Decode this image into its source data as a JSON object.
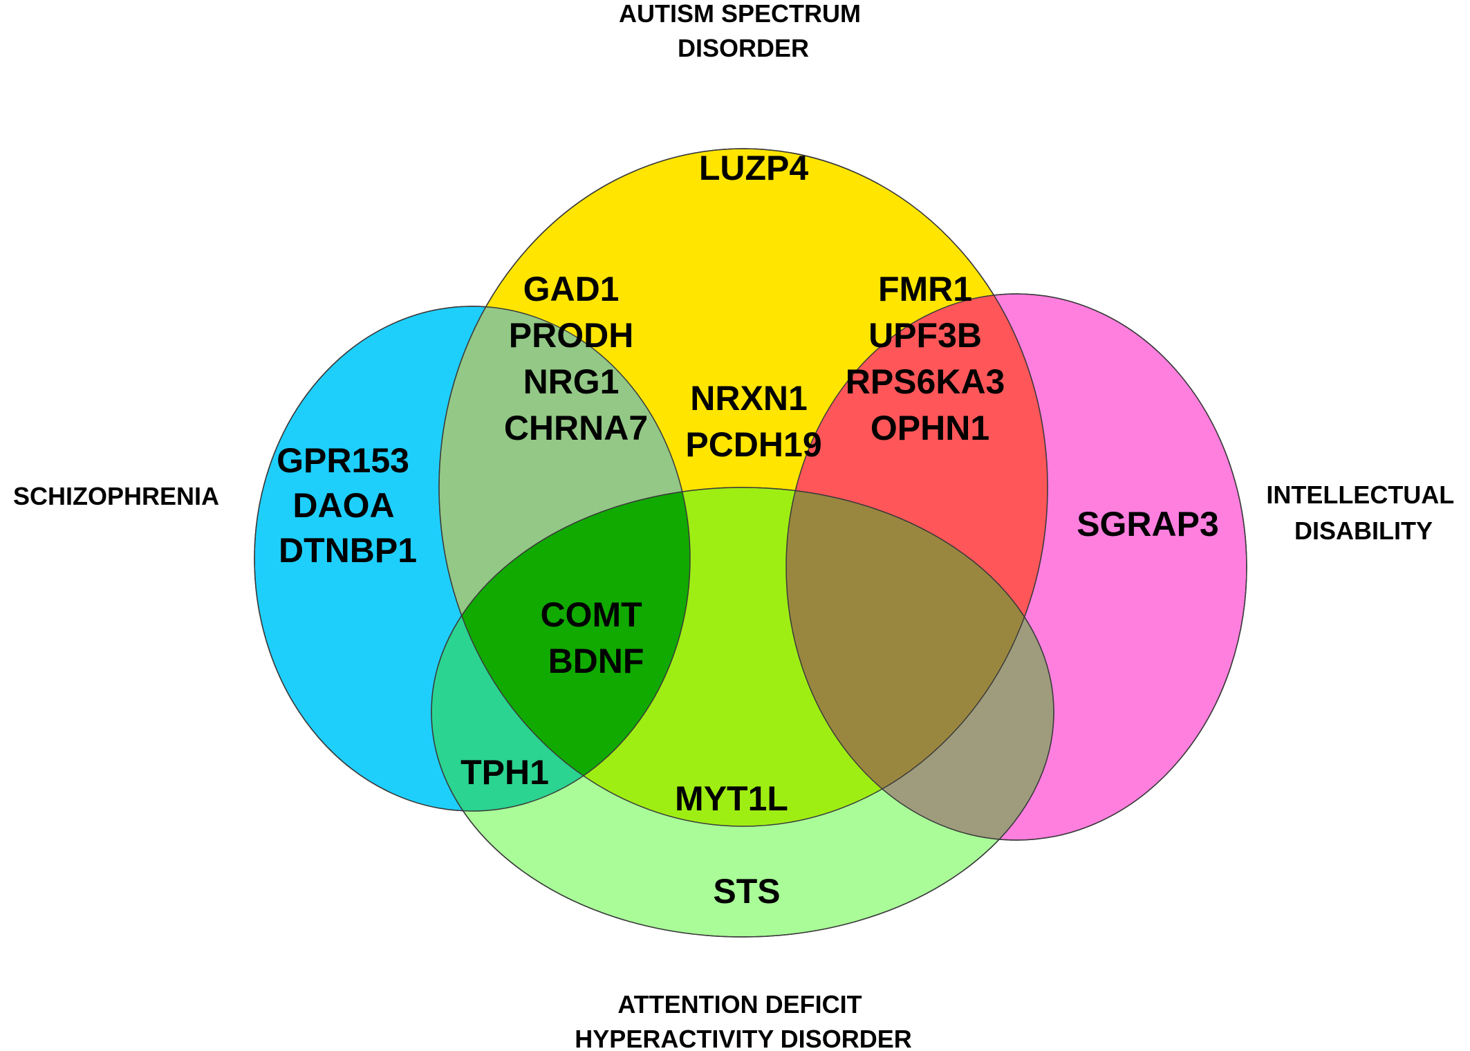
{
  "sets": {
    "asd": {
      "label_lines": [
        "AUTISM SPECTRUM",
        "DISORDER"
      ],
      "color": "#FFE500"
    },
    "scz": {
      "label_lines": [
        "SCHIZOPHRENIA"
      ],
      "color": "#1ECFFC"
    },
    "id": {
      "label_lines": [
        "INTELLECTUAL",
        "DISABILITY"
      ],
      "color": "#FF7FDF"
    },
    "adhd": {
      "label_lines": [
        "ATTENTION DEFICIT",
        "HYPERACTIVITY DISORDER"
      ],
      "color": "#A9FC98"
    }
  },
  "overlap_colors": {
    "scz_asd": "#93C886",
    "asd_id": "#FE5659",
    "scz_asd_id": "#8C9BAE",
    "scz_adhd": "#2BD490",
    "asd_adhd": "#9FEE13",
    "scz_asd_adhd": "#10AA00",
    "all": "#5A6767",
    "asd_id_adhd": "#9A873F",
    "id_adhd": "#9E9C7C"
  },
  "regions": {
    "asd_only": [
      "LUZP4"
    ],
    "scz_asd": [
      "GAD1",
      "PRODH",
      "NRG1",
      "CHRNA7"
    ],
    "scz_asd_id": [
      "NRXN1",
      "PCDH19"
    ],
    "asd_id": [
      "FMR1",
      "UPF3B",
      "RPS6KA3",
      "OPHN1"
    ],
    "scz_only": [
      "GPR153",
      "DAOA",
      "DTNBP1"
    ],
    "id_only": [
      "SGRAP3"
    ],
    "scz_asd_adhd": [
      "COMT",
      "BDNF"
    ],
    "scz_adhd": [
      "TPH1"
    ],
    "asd_adhd": [
      "MYT1L"
    ],
    "adhd_only": [
      "STS"
    ]
  }
}
